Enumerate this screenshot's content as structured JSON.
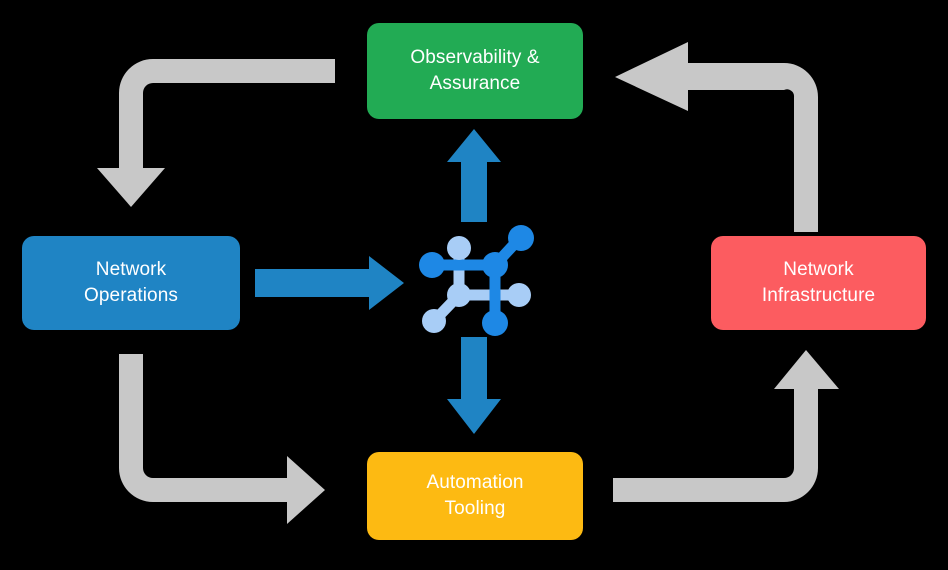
{
  "diagram": {
    "title_present": false,
    "background_color": "#000000",
    "nodes": [
      {
        "id": "observability",
        "label": "Observability &\nAssurance",
        "color": "#22AB54",
        "position": "top",
        "text_color": "#ffffff"
      },
      {
        "id": "network-operations",
        "label": "Network\nOperations",
        "color": "#1F84C4",
        "position": "left",
        "text_color": "#ffffff"
      },
      {
        "id": "network-infrastructure",
        "label": "Network\nInfrastructure",
        "color": "#FC5C60",
        "position": "right",
        "text_color": "#ffffff"
      },
      {
        "id": "automation-tooling",
        "label": "Automation\nTooling",
        "color": "#FDBA12",
        "position": "bottom",
        "text_color": "#ffffff"
      }
    ],
    "center_icon": {
      "name": "network-topology-icon",
      "primary_color": "#1E88E5",
      "secondary_color": "#A8CDF6"
    },
    "connectors": [
      {
        "id": "ops-to-center",
        "name": "blue-arrow-right",
        "color": "#1F84C4",
        "direction": "right",
        "from": "network-operations",
        "to": "center-icon"
      },
      {
        "id": "center-to-observability",
        "name": "blue-arrow-up",
        "color": "#1F84C4",
        "direction": "up",
        "from": "center-icon",
        "to": "observability"
      },
      {
        "id": "center-to-automation",
        "name": "blue-arrow-down",
        "color": "#1F84C4",
        "direction": "down",
        "from": "center-icon",
        "to": "automation-tooling"
      },
      {
        "id": "observability-to-ops",
        "name": "gray-arrow-top-left",
        "color": "#C8C8C8",
        "direction": "left-then-down",
        "from": "observability",
        "to": "network-operations"
      },
      {
        "id": "infrastructure-to-observability",
        "name": "gray-arrow-top-right",
        "color": "#C8C8C8",
        "direction": "up-then-left",
        "from": "network-infrastructure",
        "to": "observability"
      },
      {
        "id": "ops-to-automation",
        "name": "gray-arrow-bottom-left",
        "color": "#C8C8C8",
        "direction": "down-then-right",
        "from": "network-operations",
        "to": "automation-tooling"
      },
      {
        "id": "automation-to-infrastructure",
        "name": "gray-arrow-bottom-right",
        "color": "#C8C8C8",
        "direction": "right-then-up",
        "from": "automation-tooling",
        "to": "network-infrastructure"
      }
    ]
  }
}
